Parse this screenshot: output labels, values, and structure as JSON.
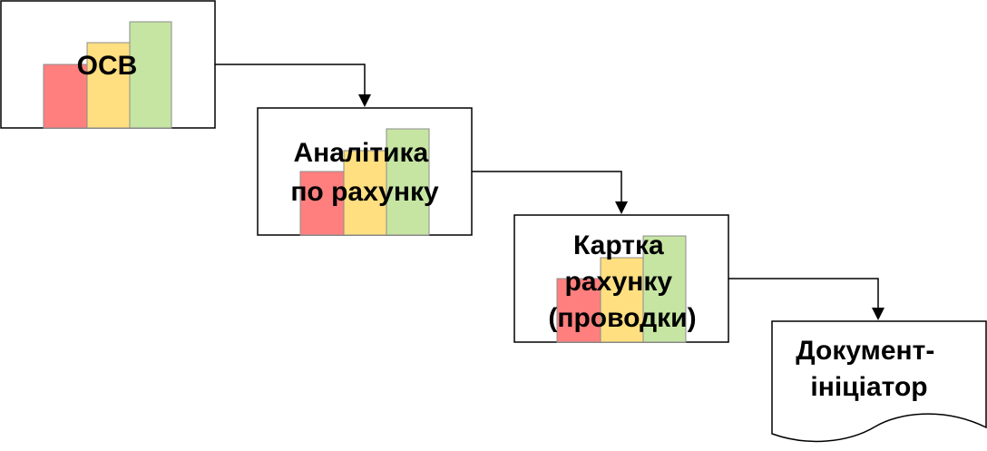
{
  "colors": {
    "background": "#ffffff",
    "box_border": "#000000",
    "connector": "#000000",
    "bar_red": "#ff7f7f",
    "bar_yellow": "#ffdf80",
    "bar_green": "#c6e5a3",
    "bar_border": "#8c8c8c"
  },
  "nodes": [
    {
      "id": "osv",
      "shape": "rectangle-with-bar-chart-icon",
      "label_lines": [
        "ОСВ"
      ]
    },
    {
      "id": "analytics",
      "shape": "rectangle-with-bar-chart-icon",
      "label_lines": [
        "Аналітика",
        "по рахунку"
      ]
    },
    {
      "id": "account-card",
      "shape": "rectangle-with-bar-chart-icon",
      "label_lines": [
        "Картка",
        "рахунку",
        "(проводки)"
      ]
    },
    {
      "id": "initiator-document",
      "shape": "document",
      "label_lines": [
        "Документ-",
        "ініціатор"
      ]
    }
  ],
  "edges": [
    {
      "from": "osv",
      "to": "analytics"
    },
    {
      "from": "analytics",
      "to": "account-card"
    },
    {
      "from": "account-card",
      "to": "initiator-document"
    }
  ]
}
